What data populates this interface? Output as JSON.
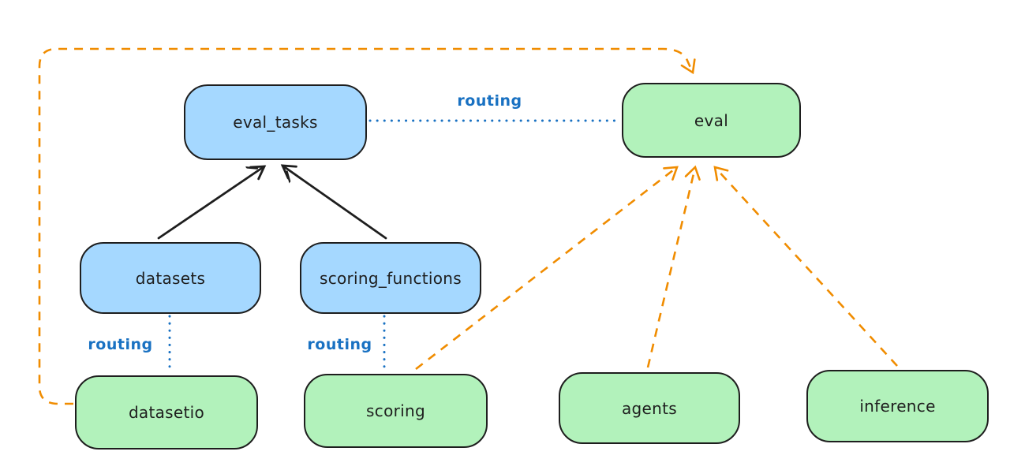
{
  "diagram": {
    "nodes": {
      "eval_tasks": {
        "label": "eval_tasks",
        "kind": "api",
        "fill": "#a5d8ff"
      },
      "eval": {
        "label": "eval",
        "kind": "provider",
        "fill": "#b2f2bb"
      },
      "datasets": {
        "label": "datasets",
        "kind": "api",
        "fill": "#a5d8ff"
      },
      "scoring_functions": {
        "label": "scoring_functions",
        "kind": "api",
        "fill": "#a5d8ff"
      },
      "datasetio": {
        "label": "datasetio",
        "kind": "provider",
        "fill": "#b2f2bb"
      },
      "scoring": {
        "label": "scoring",
        "kind": "provider",
        "fill": "#b2f2bb"
      },
      "agents": {
        "label": "agents",
        "kind": "provider",
        "fill": "#b2f2bb"
      },
      "inference": {
        "label": "inference",
        "kind": "provider",
        "fill": "#b2f2bb"
      }
    },
    "labels": {
      "routing": "routing"
    },
    "edges": [
      {
        "from": "datasets",
        "to": "eval_tasks",
        "style": "solid-black-arrow"
      },
      {
        "from": "scoring_functions",
        "to": "eval_tasks",
        "style": "solid-black-arrow"
      },
      {
        "from": "eval_tasks",
        "to": "eval",
        "style": "blue-dotted",
        "label": "routing"
      },
      {
        "from": "datasets",
        "to": "datasetio",
        "style": "blue-dotted",
        "label": "routing"
      },
      {
        "from": "scoring_functions",
        "to": "scoring",
        "style": "blue-dotted",
        "label": "routing"
      },
      {
        "from": "datasetio",
        "to": "eval",
        "style": "orange-dashed-arrow",
        "route": "left-and-top-loop"
      },
      {
        "from": "scoring",
        "to": "eval",
        "style": "orange-dashed-arrow"
      },
      {
        "from": "agents",
        "to": "eval",
        "style": "orange-dashed-arrow"
      },
      {
        "from": "inference",
        "to": "eval",
        "style": "orange-dashed-arrow"
      }
    ],
    "colors": {
      "stroke": "#1e1e1e",
      "node_blue_fill": "#a5d8ff",
      "node_green_fill": "#b2f2bb",
      "routing_blue": "#1971c2",
      "provider_orange": "#f08c00",
      "canvas_bg": "#ffffff"
    }
  }
}
